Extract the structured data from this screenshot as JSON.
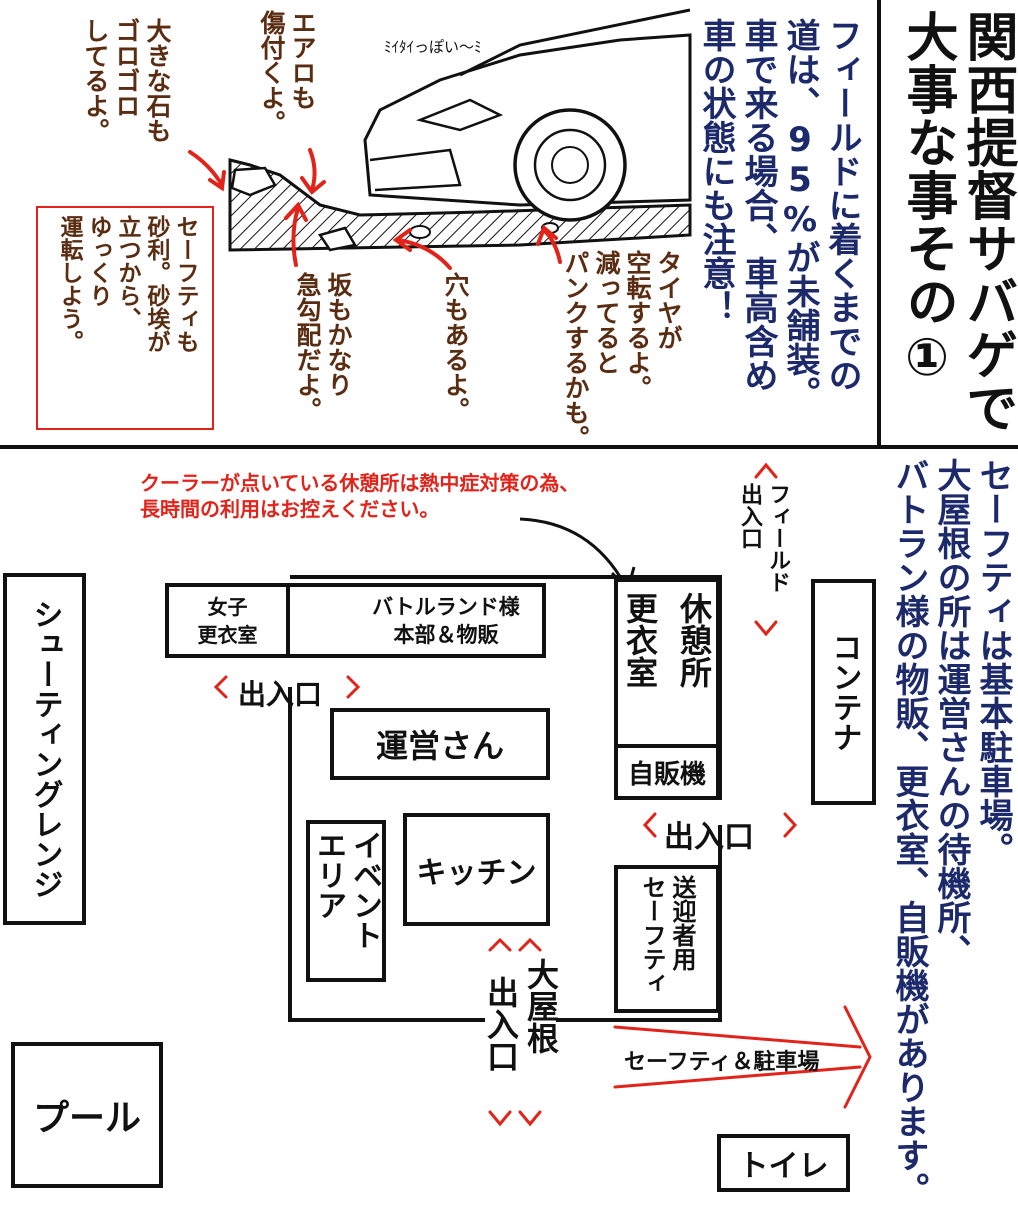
{
  "top": {
    "title_line1": "関西提督サバゲで",
    "title_line2": "大事な事その①",
    "note_lines": [
      "フィールドに着くまでの",
      "道は、95%が未舗装。",
      "車で来る場合、車高含め",
      "車の状態にも注意！"
    ],
    "car_sfx": "ﾐｲﾀｲっぽい〜ﾐ",
    "annotations": {
      "stone": [
        "大きな石も",
        "ゴロゴロ",
        "してるよ。"
      ],
      "aero": [
        "エアロも",
        "傷付くよ。"
      ],
      "safety_box": [
        "セーフティも",
        "砂利。砂埃が",
        "立つから、",
        "ゆっくり",
        "運転しよう。"
      ],
      "slope": [
        "坂もかなり",
        "急勾配だよ。"
      ],
      "hole": [
        "穴もあるよ。"
      ],
      "tire": [
        "タイヤが",
        "空転するよ。",
        "減ってると",
        "パンクするかも。"
      ]
    }
  },
  "bottom": {
    "notice": [
      "セーフティは基本駐車場。",
      "大屋根の所は運営さんの待機所、",
      "バトラン様の物販、更衣室、自販機があります。"
    ],
    "cooler_note": [
      "クーラーが点いている休憩所は熱中症対策の為、",
      "長時間の利用はお控えください。"
    ],
    "map": {
      "shooting_range": "シューティングレンジ",
      "pool": "プール",
      "womens_changing": [
        "女子",
        "更衣室"
      ],
      "battleland": [
        "バトルランド様",
        "本部＆物販"
      ],
      "entrance_left": "出入口",
      "operators": "運営さん",
      "event_area": [
        "イベント",
        "エリア"
      ],
      "kitchen": "キッチン",
      "rest_area": "休憩所",
      "changing_room": "更衣室",
      "vending": "自販機",
      "field_entrance": [
        "フィールド",
        "出入口"
      ],
      "container": "コンテナ",
      "entrance_right": "出入口",
      "pickup_safety": [
        "送迎者用",
        "セーフティ"
      ],
      "big_roof": "大屋根",
      "entrance_bottom": "出入口",
      "safety_parking": "セーフティ＆駐車場",
      "toilet": "トイレ"
    }
  }
}
